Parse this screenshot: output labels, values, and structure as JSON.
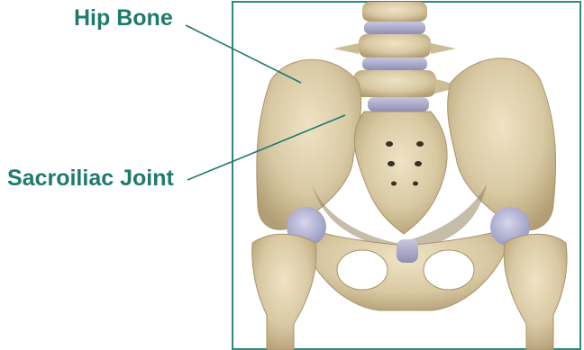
{
  "labels": {
    "hip_bone": "Hip Bone",
    "sacroiliac_joint": "Sacroiliac Joint"
  },
  "colors": {
    "label_text": "#1f7a6e",
    "frame_border": "#2f8a7c",
    "leader_line": "#1f7a6e",
    "bone": "#d8c9a3",
    "bone_shadow": "#b9a57c",
    "cartilage": "#a9a9c9"
  },
  "icons": {
    "figure": "pelvis-illustration"
  }
}
